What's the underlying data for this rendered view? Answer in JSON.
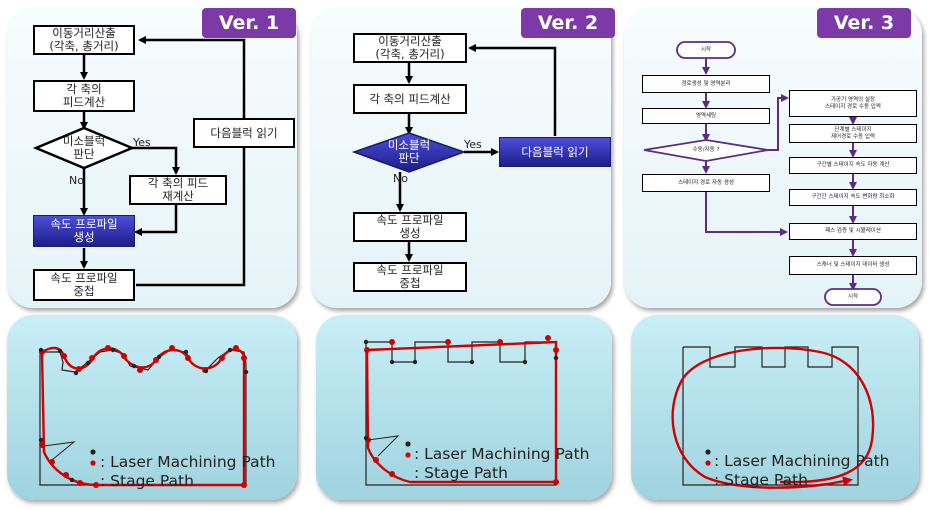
{
  "versions": [
    {
      "badge": "Ver. 1",
      "flow": {
        "calc_distance": "이동거리산출\n(각축, 총거리)",
        "feed_per_axis": "각 축의\n피드계산",
        "lookahead_decision": "미소블럭\n판단",
        "feed_recalc": "각 축의 피드\n재계산",
        "speed_profile": "속도 프로파일\n생성",
        "overlap": "속도 프로파일\n중첩",
        "read_next_block": "다음블럭 읽기",
        "yes": "Yes",
        "no": "No"
      },
      "legend": {
        "laser": ": Laser Machining Path",
        "stage": ": Stage Path"
      }
    },
    {
      "badge": "Ver. 2",
      "flow": {
        "calc_distance": "이동거리산출\n(각축, 총거리)",
        "feed_calc": "각 축의 피드계산",
        "lookahead_decision": "미소블럭\n판단",
        "read_next_block": "다음블럭 읽기",
        "speed_profile": "속도 프로파일\n생성",
        "overlap": "속도 프로파일\n중첩",
        "yes": "Yes",
        "no": "No"
      },
      "legend": {
        "laser": ": Laser Machining Path",
        "stage": ": Stage Path"
      }
    },
    {
      "badge": "Ver. 3",
      "flow": {
        "start": "시작",
        "path_gen": "경로생성 및 영역분리",
        "region_set": "영역세팅",
        "manual_auto": "수동/자동 ?",
        "auto_stage_path": "스테이지 경로 자동 생성",
        "manual_region_input": "가공기 영역의 설정\n스테이지 경로 수동 입력",
        "stage_path_manual": "단계별 스테이지\n제어경로 수동 입력",
        "stage_speed_auto": "구간별 스테이지 속도 자동 계산",
        "stage_speed_change": "구간간 스테이지 속도 변화량 최소화",
        "path_check_sim": "패스 검증 및 시뮬레이션",
        "scanner_stage_data": "스캐너 및 스테이지 데이터 생성",
        "end": "시작"
      },
      "legend": {
        "laser": ": Laser Machining Path",
        "stage": ": Stage Path"
      }
    }
  ],
  "colors": {
    "badge": "#7b3aa8",
    "blue_box": "#2a2aa6",
    "stage_path": "#d10000",
    "v3_arrow": "#5a2d82"
  }
}
